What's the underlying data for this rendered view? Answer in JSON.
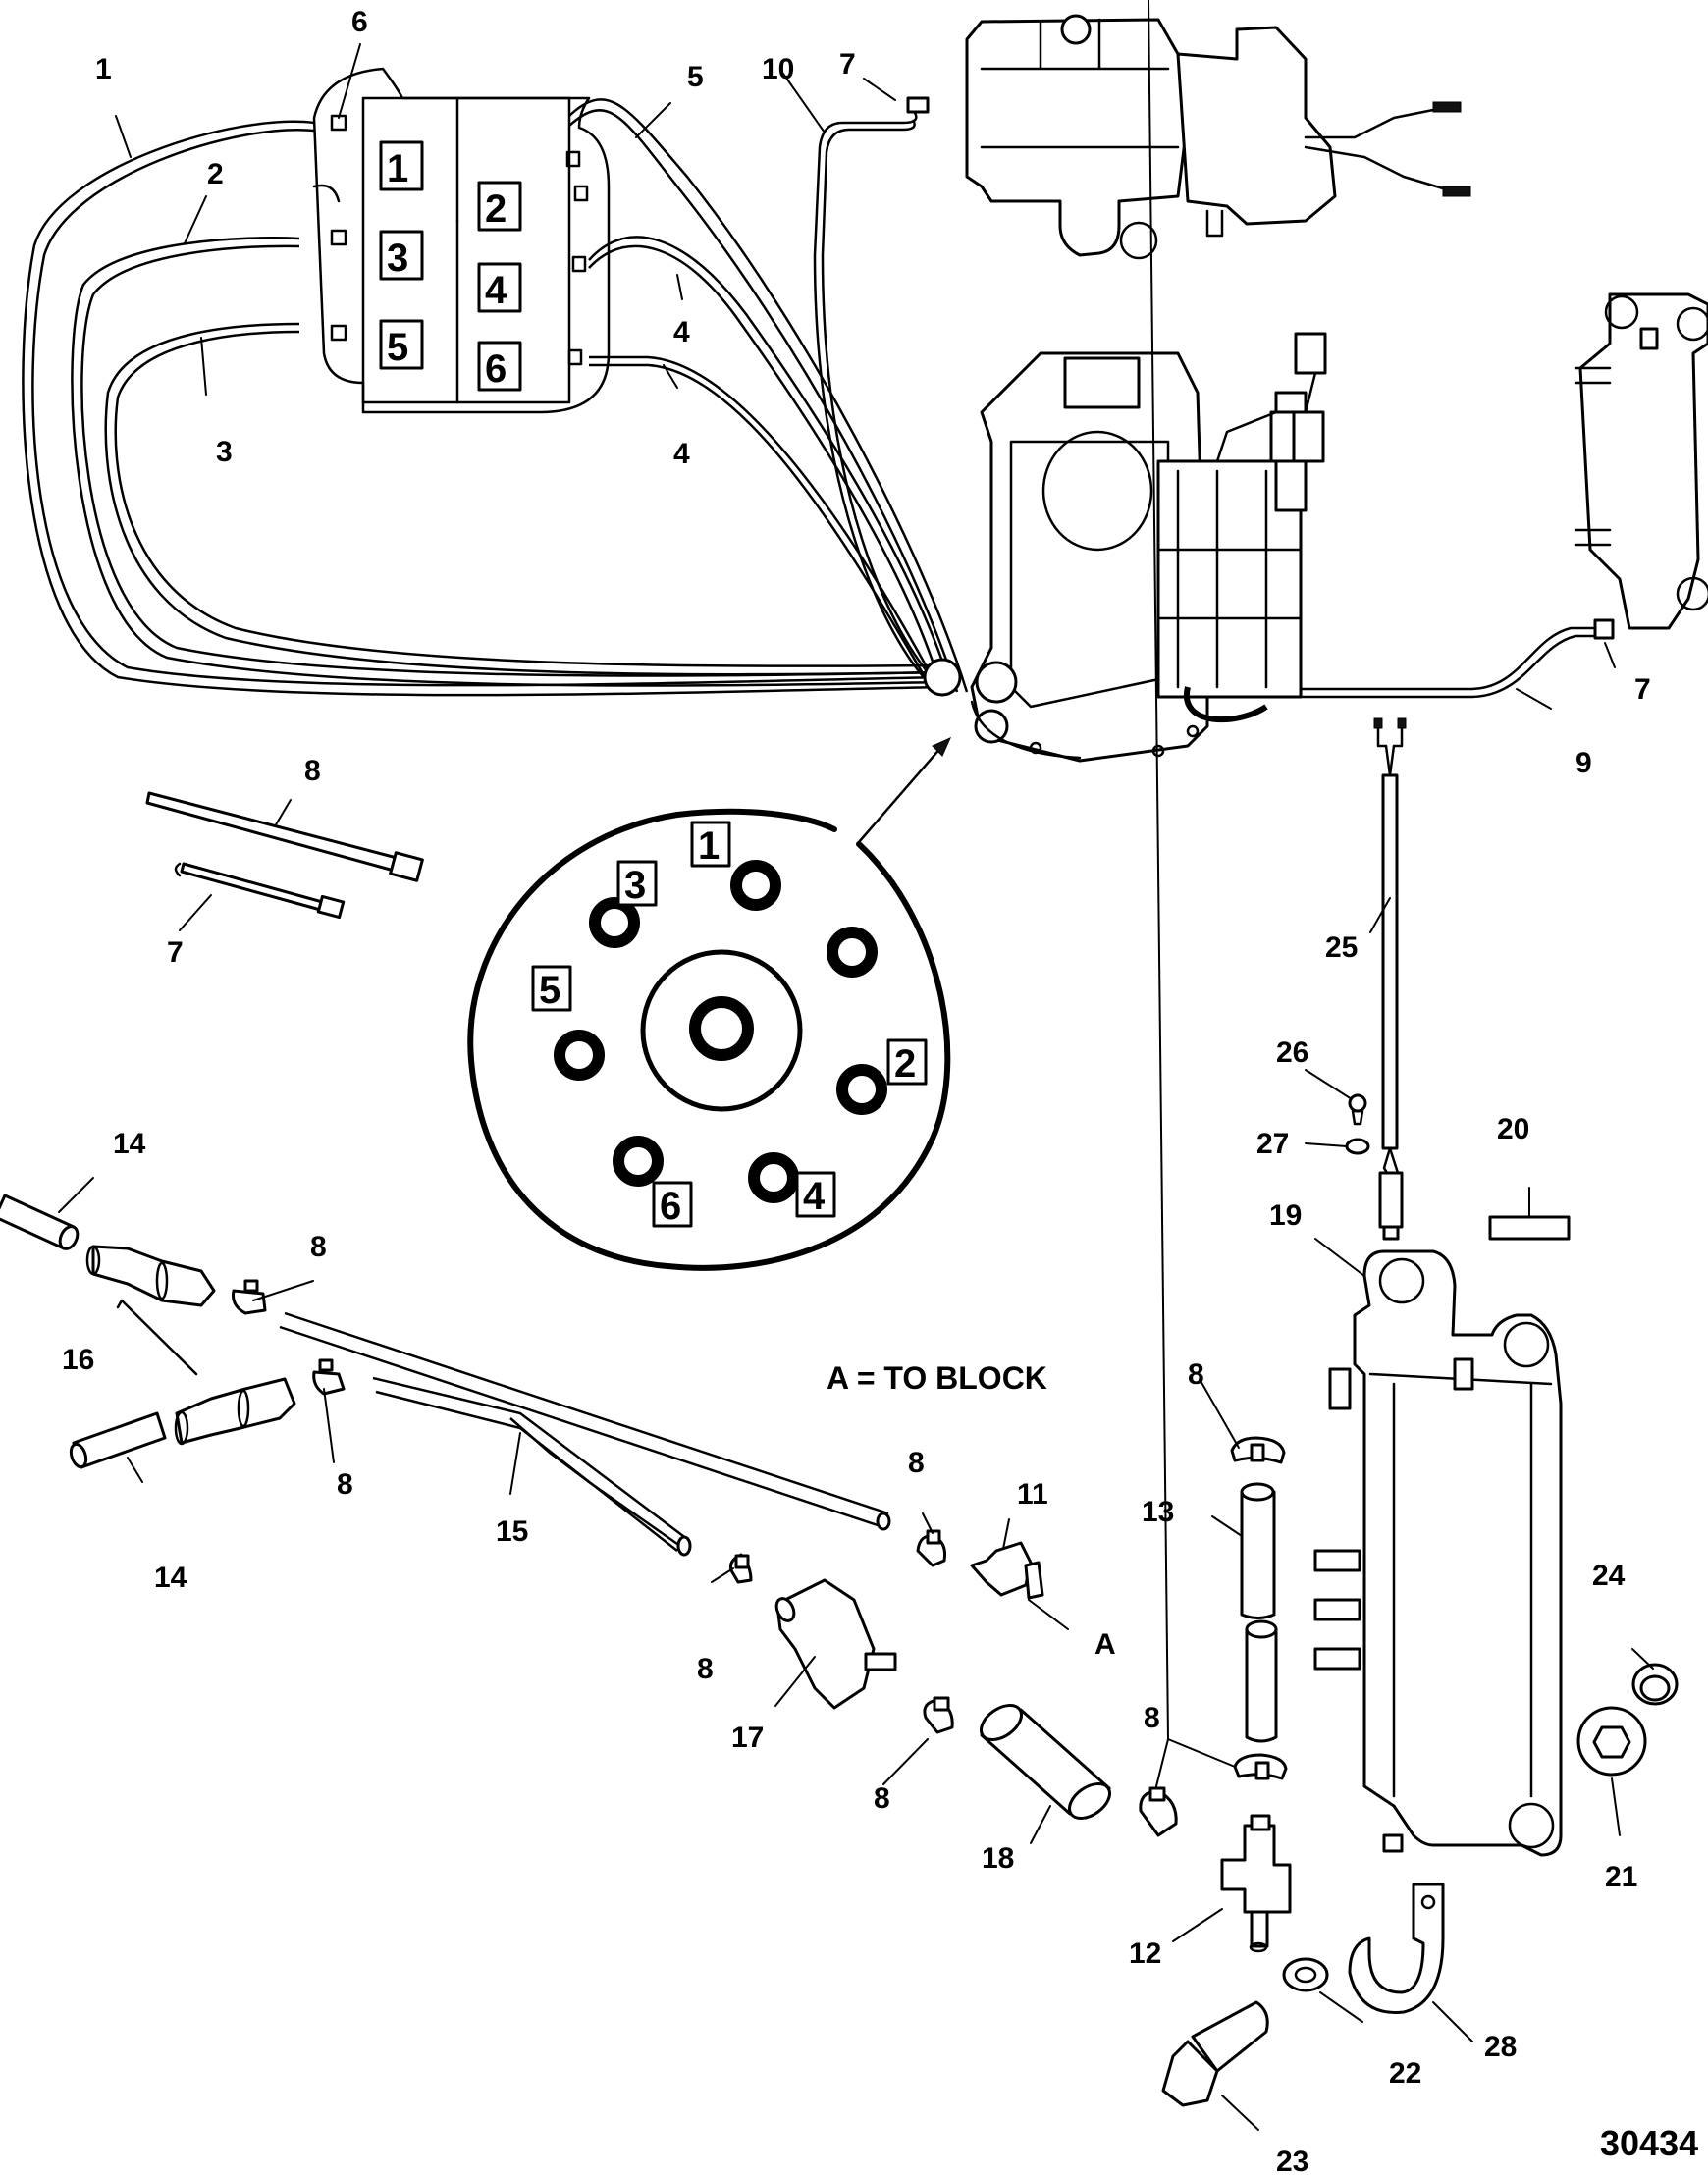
{
  "figure_number": "30434",
  "note": "A = TO BLOCK",
  "port_connection_label": "A",
  "cylinder_numbers": [
    "1",
    "2",
    "3",
    "4",
    "5",
    "6"
  ],
  "flywheel_port_numbers": [
    "1",
    "2",
    "3",
    "4",
    "5",
    "6"
  ],
  "callouts": [
    {
      "id": "c1",
      "text": "1"
    },
    {
      "id": "c2",
      "text": "2"
    },
    {
      "id": "c3",
      "text": "3"
    },
    {
      "id": "c4a",
      "text": "4"
    },
    {
      "id": "c4b",
      "text": "4"
    },
    {
      "id": "c5",
      "text": "5"
    },
    {
      "id": "c6",
      "text": "6"
    },
    {
      "id": "c7a",
      "text": "7"
    },
    {
      "id": "c7b",
      "text": "7"
    },
    {
      "id": "c7c",
      "text": "7"
    },
    {
      "id": "c8a",
      "text": "8"
    },
    {
      "id": "c8b",
      "text": "8"
    },
    {
      "id": "c8c",
      "text": "8"
    },
    {
      "id": "c8d",
      "text": "8"
    },
    {
      "id": "c8e",
      "text": "8"
    },
    {
      "id": "c8f",
      "text": "8"
    },
    {
      "id": "c8g",
      "text": "8"
    },
    {
      "id": "c8h",
      "text": "8"
    },
    {
      "id": "c9",
      "text": "9"
    },
    {
      "id": "c10",
      "text": "10"
    },
    {
      "id": "c11",
      "text": "11"
    },
    {
      "id": "c12",
      "text": "12"
    },
    {
      "id": "c13",
      "text": "13"
    },
    {
      "id": "c14a",
      "text": "14"
    },
    {
      "id": "c14b",
      "text": "14"
    },
    {
      "id": "c15",
      "text": "15"
    },
    {
      "id": "c16",
      "text": "16"
    },
    {
      "id": "c17",
      "text": "17"
    },
    {
      "id": "c18",
      "text": "18"
    },
    {
      "id": "c19",
      "text": "19"
    },
    {
      "id": "c20",
      "text": "20"
    },
    {
      "id": "c21",
      "text": "21"
    },
    {
      "id": "c22",
      "text": "22"
    },
    {
      "id": "c23",
      "text": "23"
    },
    {
      "id": "c24",
      "text": "24"
    },
    {
      "id": "c25",
      "text": "25"
    },
    {
      "id": "c26",
      "text": "26"
    },
    {
      "id": "c27",
      "text": "27"
    },
    {
      "id": "c28",
      "text": "28"
    }
  ]
}
